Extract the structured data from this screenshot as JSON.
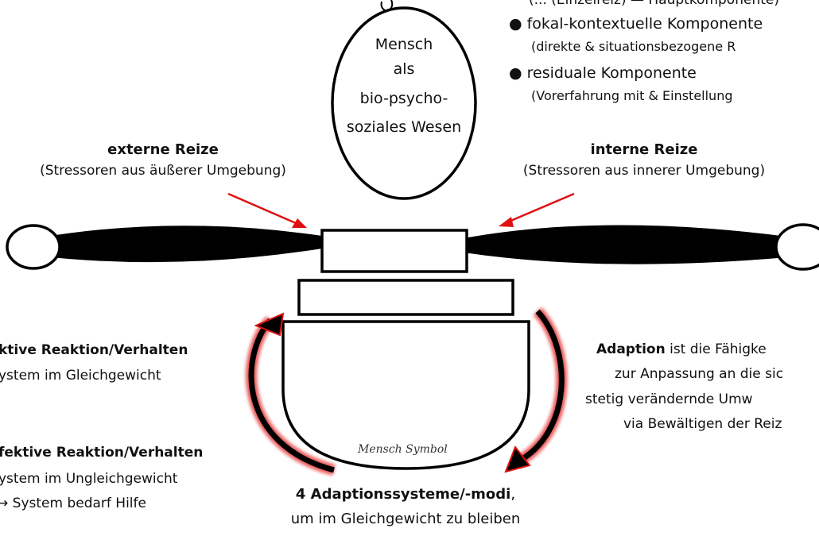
{
  "head": {
    "line1": "Mensch",
    "line2": "als",
    "line3": "bio-psycho-",
    "line4": "soziales Wesen"
  },
  "top_right": {
    "partial_line": "(... (Einzelreiz) — Hauptkomponente)",
    "item1": "● fokal-kontextuelle Komponente",
    "item1_sub": "(direkte & situationsbezogene R",
    "item2": "● residuale Komponente",
    "item2_sub": "(Vorerfahrung mit & Einstellung"
  },
  "external": {
    "title": "externe Reize",
    "subtitle": "(Stressoren aus äußerer Umgebung)"
  },
  "internal": {
    "title": "interne Reize",
    "subtitle": "(Stressoren aus innerer Umgebung)"
  },
  "left_text": {
    "effective_title": "ktive Reaktion/Verhalten",
    "effective_sub": "ystem im Gleichgewicht",
    "ineffective_title": "fektive Reaktion/Verhalten",
    "ineffective_sub": "ystem im Ungleichgewicht",
    "ineffective_sub2": "→ System bedarf Hilfe"
  },
  "right_text": {
    "adaption_word": "Adaption",
    "line1_rest": " ist die Fähigke",
    "line2": "zur Anpassung an die sic",
    "line3": "stetig verändernde Umw",
    "line4": "via Bewältigen der Reiz"
  },
  "bottom": {
    "title": "4 Adaptionssysteme/-modi",
    "title_suffix": ",",
    "subtitle": "um im Gleichgewicht zu bleiben"
  },
  "symbol_label": "Mensch Symbol",
  "colors": {
    "arrow_red": "#e01010",
    "line": "#000000"
  }
}
